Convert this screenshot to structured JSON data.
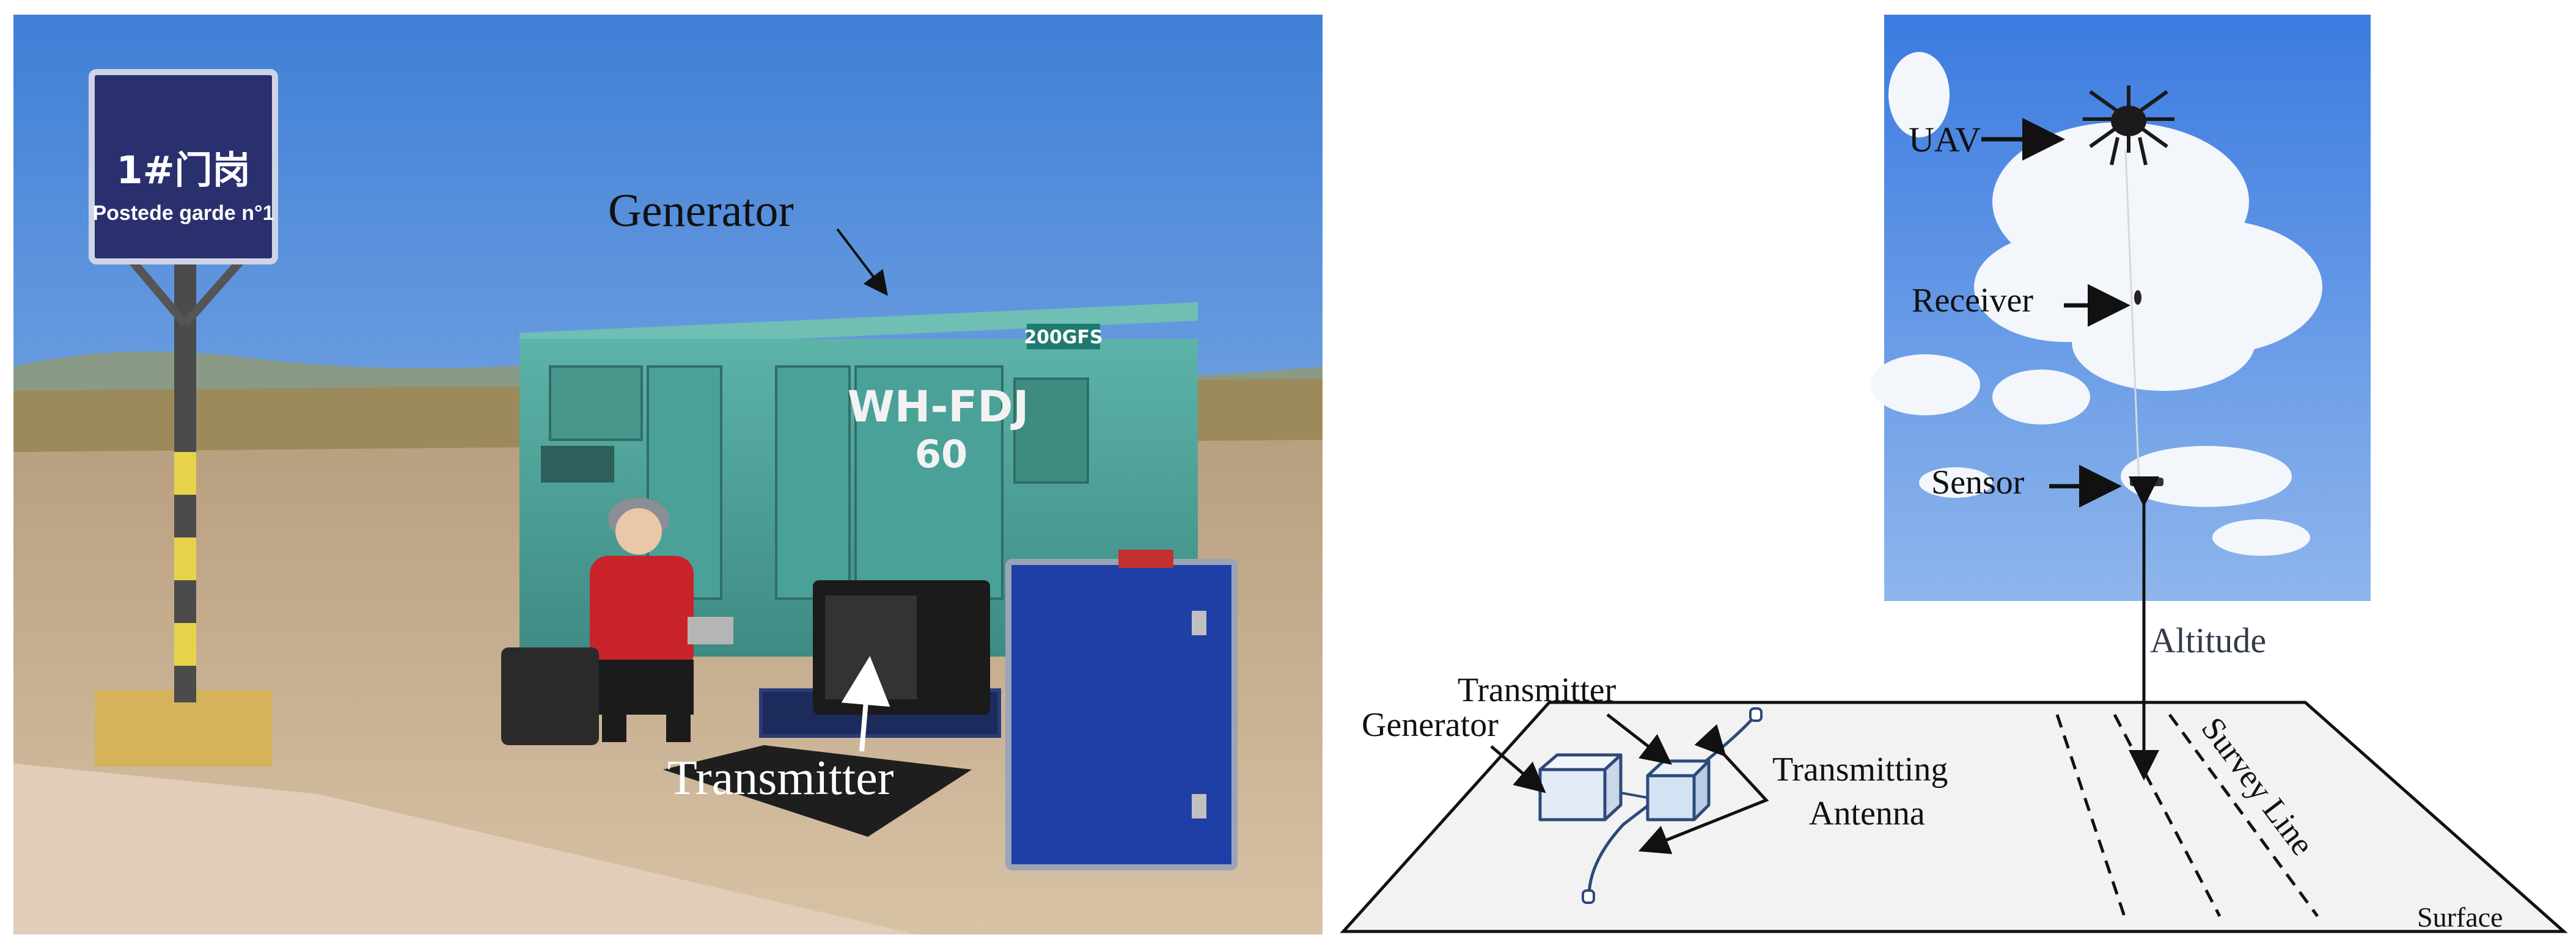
{
  "photo_left": {
    "labels": {
      "generator": "Generator",
      "transmitter": "Transmitter"
    },
    "sign": {
      "line1": "1#门岗",
      "line2": "Postede garde n°1"
    },
    "generator_markings": {
      "model": "WH-FDJ",
      "number": "60",
      "badge": "200GFS"
    }
  },
  "photo_right": {
    "labels": {
      "uav": "UAV",
      "receiver": "Receiver",
      "sensor": "Sensor"
    }
  },
  "schematic": {
    "labels": {
      "altitude": "Altitude",
      "transmitter": "Transmitter",
      "generator": "Generator",
      "antenna_line1": "Transmitting",
      "antenna_line2": "Antenna",
      "survey_line": "Survey Line",
      "surface": "Surface"
    }
  },
  "colors": {
    "sky_left": "#4a86d8",
    "sky_right": "#3d7fe0",
    "generator_body": "#4fa39a",
    "case_blue": "#1f3fa6",
    "ground": "#c7ad90",
    "box_fill": "#dce8f4",
    "box_stroke": "#2c4a7a",
    "surface_fill": "#f2f2f2"
  }
}
